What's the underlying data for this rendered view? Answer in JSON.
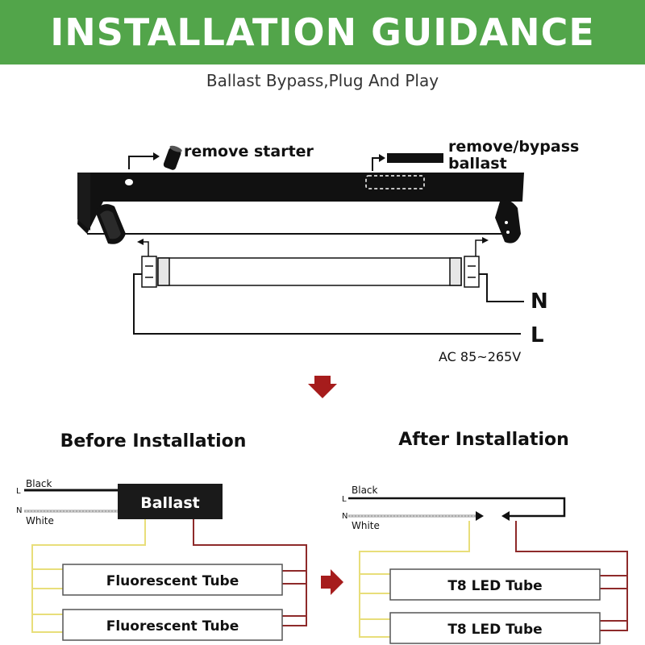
{
  "banner": {
    "title": "INSTALLATION GUIDANCE"
  },
  "subtitle": "Ballast Bypass,Plug And Play",
  "top_diagram": {
    "remove_starter": "remove starter",
    "remove_bypass_line1": "remove/bypass",
    "remove_bypass_line2": "ballast",
    "neutral": "N",
    "live": "L",
    "voltage": "AC 85~265V"
  },
  "before": {
    "heading": "Before Installation",
    "wire_l": "L",
    "wire_l_color": "Black",
    "wire_n": "N",
    "wire_n_color": "White",
    "ballast": "Ballast",
    "tube_1": "Fluorescent Tube",
    "tube_2": "Fluorescent Tube"
  },
  "after": {
    "heading": "After Installation",
    "wire_l": "L",
    "wire_l_color": "Black",
    "wire_n": "N",
    "wire_n_color": "White",
    "tube_1": "T8 LED Tube",
    "tube_2": "T8 LED Tube"
  },
  "colors": {
    "banner": "#52a54a",
    "arrow": "#a61c1c",
    "wire_yellow": "#e8de7a",
    "wire_red": "#8e2a2a",
    "ballast": "#1a1a1a"
  }
}
